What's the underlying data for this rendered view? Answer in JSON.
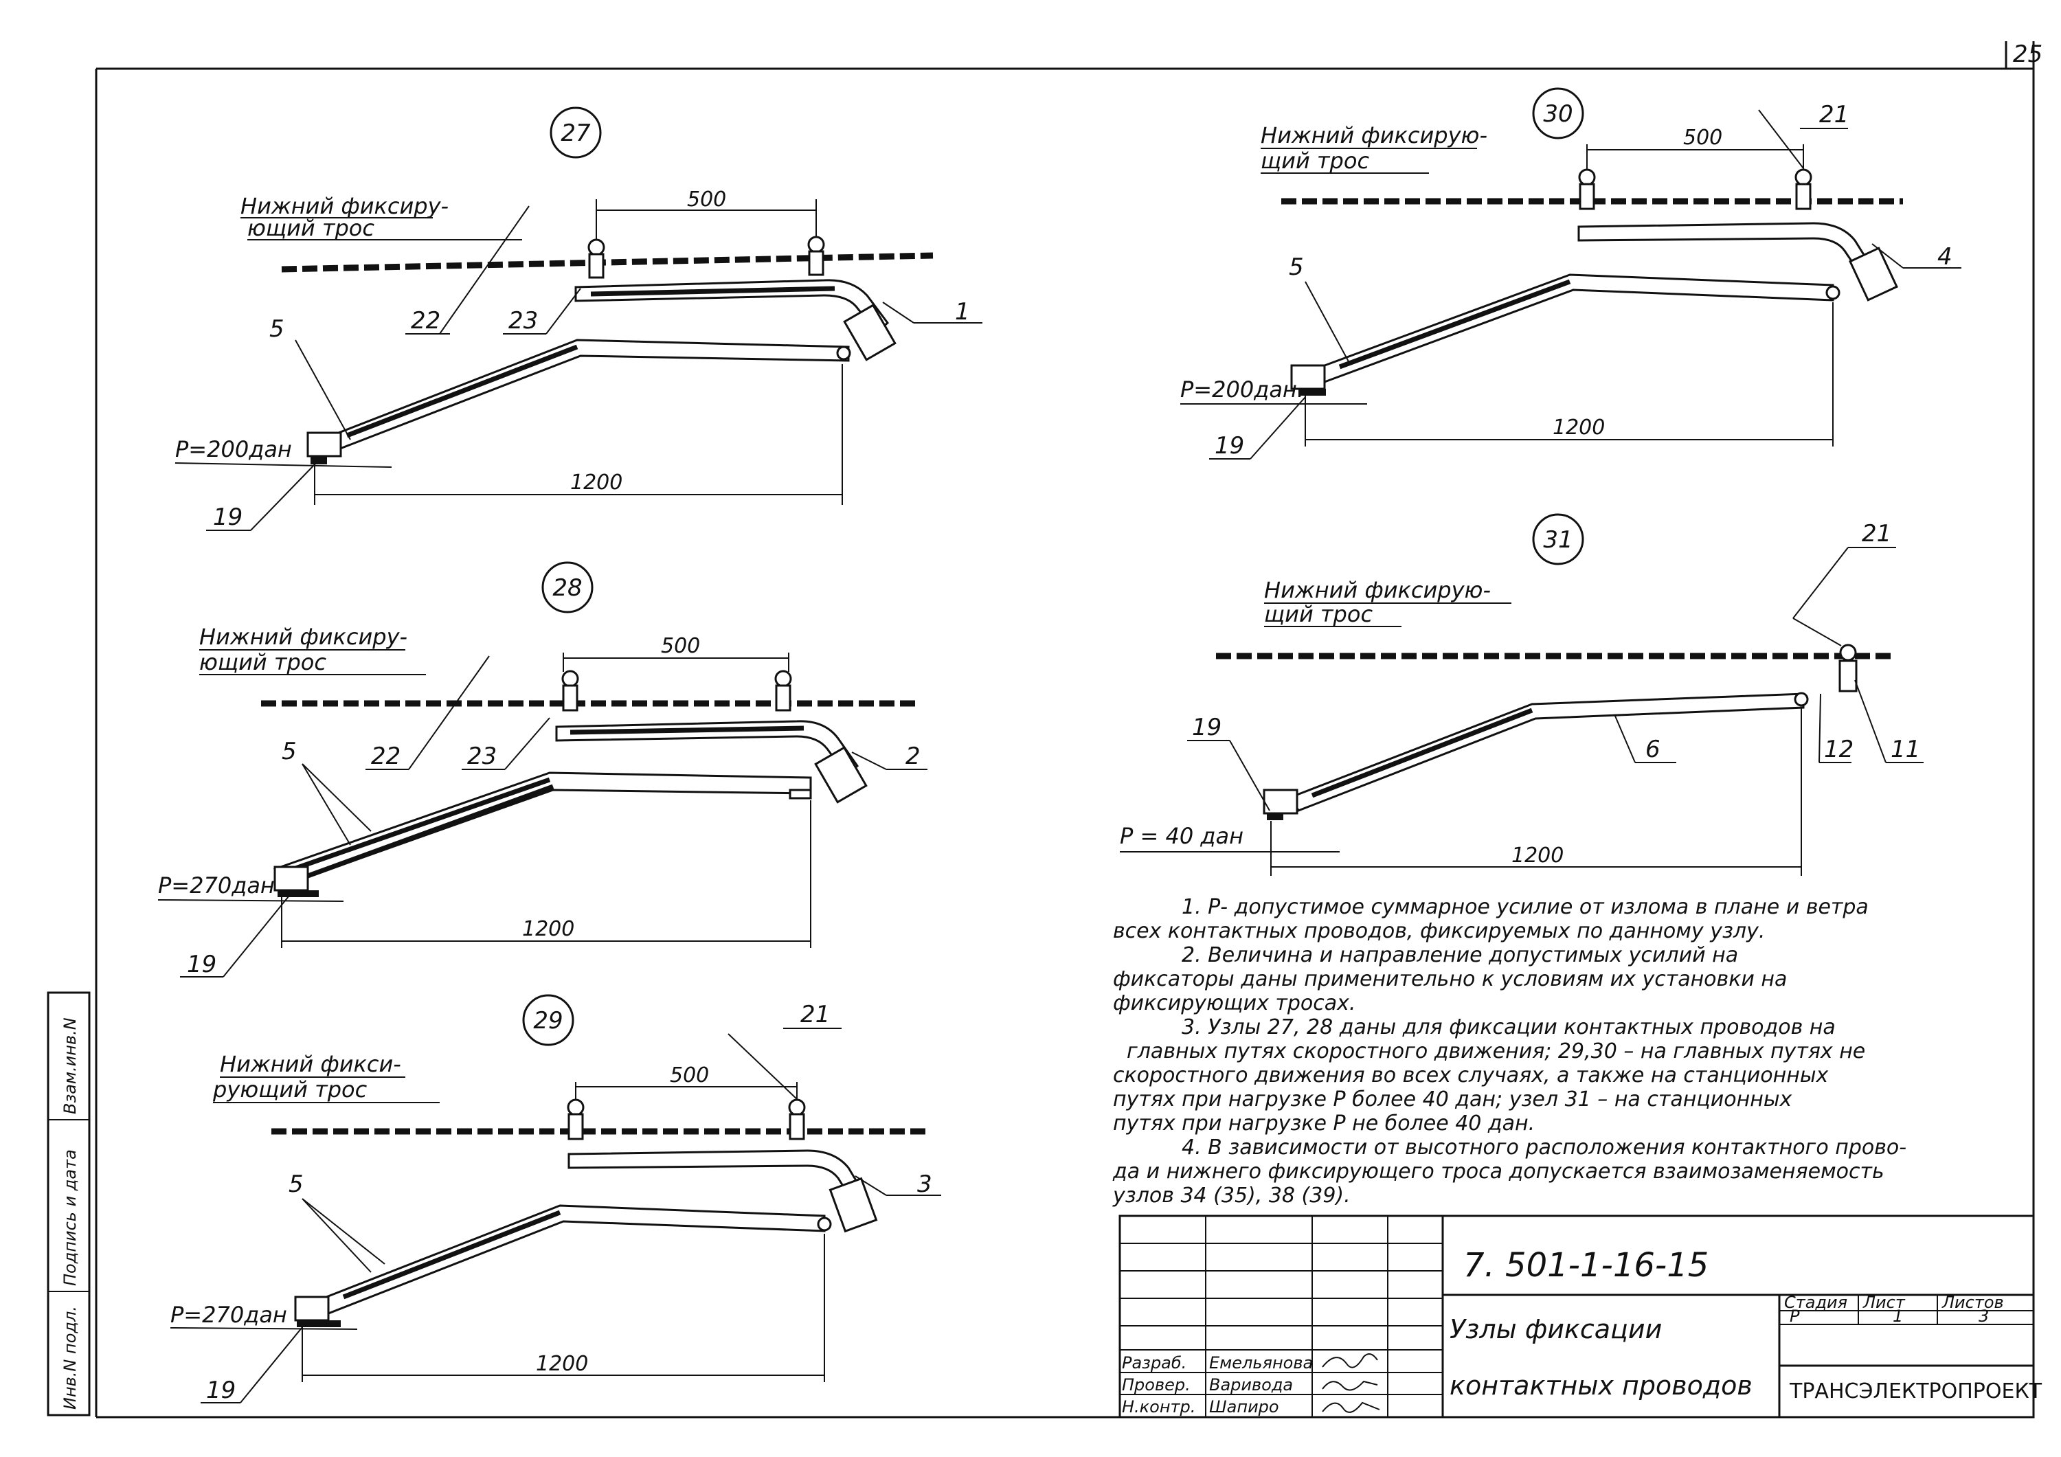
{
  "sheet": {
    "number": "25"
  },
  "nodes": [
    {
      "id": "27",
      "cable_label": [
        "Нижний фиксиру-",
        "ющий трос"
      ],
      "span": "500",
      "length": "1200",
      "load": "P=200дан",
      "parts": [
        "5",
        "22",
        "23",
        "1",
        "19"
      ]
    },
    {
      "id": "28",
      "cable_label": [
        "Нижний фиксиру-",
        "ющий трос"
      ],
      "span": "500",
      "length": "1200",
      "load": "P=270дан",
      "parts": [
        "5",
        "22",
        "23",
        "2",
        "19"
      ]
    },
    {
      "id": "29",
      "cable_label": [
        "Нижний фикси-",
        "рующий трос"
      ],
      "span": "500",
      "length": "1200",
      "load": "P=270дан",
      "parts": [
        "21",
        "5",
        "3",
        "19"
      ]
    },
    {
      "id": "30",
      "cable_label": [
        "Нижний фиксирую-",
        "щий трос"
      ],
      "span": "500",
      "length": "1200",
      "load": "P=200дан.",
      "parts": [
        "21",
        "5",
        "4",
        "19"
      ]
    },
    {
      "id": "31",
      "cable_label": [
        "Нижний фиксирую-",
        "щий трос"
      ],
      "span": "",
      "length": "1200",
      "load": "P = 40 дан",
      "parts": [
        "21",
        "19",
        "6",
        "12",
        "11"
      ]
    }
  ],
  "notes": [
    "1. Р- допустимое суммарное усилие от излома в плане и ветра",
    "всех контактных проводов, фиксируемых по данному узлу.",
    "2. Величина и направление допустимых усилий на",
    "фиксаторы даны применительно к условиям их установки на",
    "фиксирующих тросах.",
    "3. Узлы 27, 28 даны для фиксации контактных проводов на",
    "главных путях скоростного движения; 29,30 – на главных путях не",
    "скоростного движения во всех случаях, а также на станционных",
    "путях при нагрузке Р более 40 дан; узел 31 – на станционных",
    "путях при нагрузке Р не более 40 дан.",
    "4. В зависимости от высотного расположения контактного прово-",
    "да и нижнего фиксирующего троса допускается взаимозаменяемость",
    "узлов 34 (35), 38 (39)."
  ],
  "title_block": {
    "code": "7. 501-1-16-15",
    "title_line1": "Узлы фиксации",
    "title_line2": "контактных проводов",
    "stage_label": "Стадия",
    "sheet_label": "Лист",
    "sheets_label": "Листов",
    "stage": "Р",
    "sheet": "1",
    "sheets": "3",
    "organization": "ТРАНСЭЛЕКТРОПРОЕКТ",
    "roles": [
      {
        "role": "Разраб.",
        "name": "Емельянова"
      },
      {
        "role": "Провер.",
        "name": "Варивода"
      },
      {
        "role": "Н.контр.",
        "name": "Шапиро"
      }
    ]
  },
  "side_stamp": [
    "Инв.N подл.",
    "Подпись и дата",
    "Взам.инв.N"
  ]
}
